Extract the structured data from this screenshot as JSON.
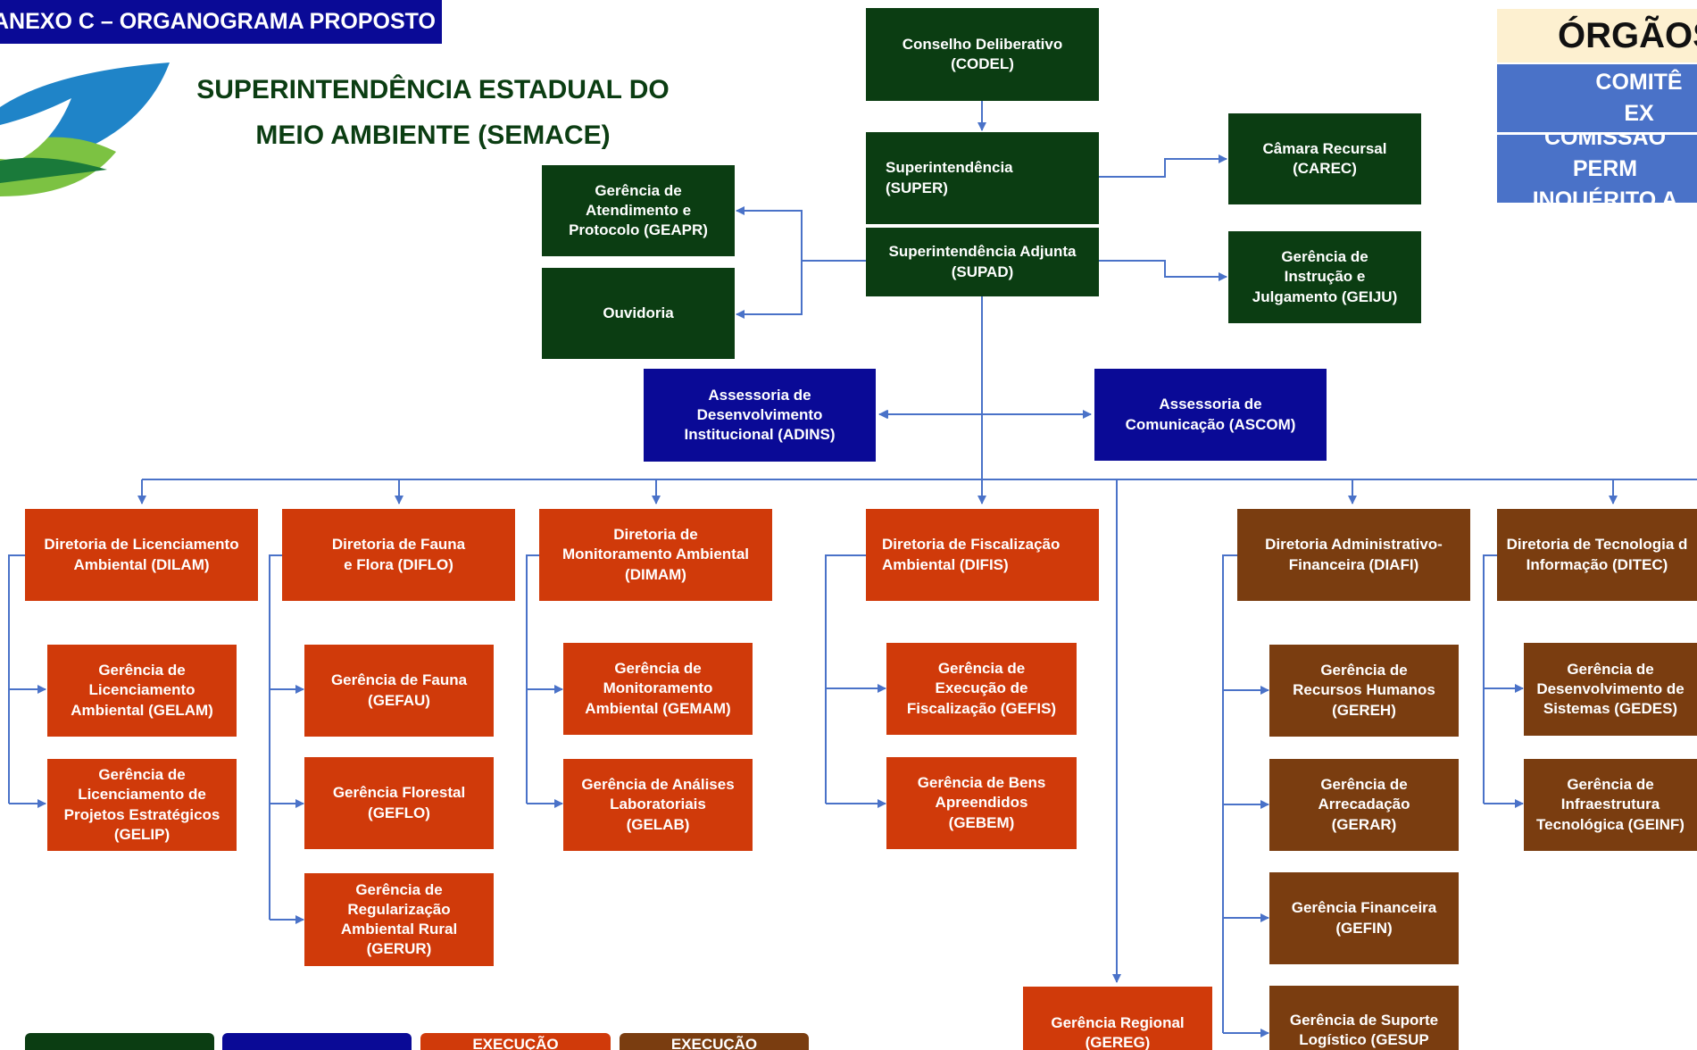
{
  "header": {
    "annex_title": "ANEXO C – ORGANOGRAMA PROPOSTO",
    "org_name": "SUPERINTENDÊNCIA ESTADUAL DO\nMEIO AMBIENTE (SEMACE)"
  },
  "colegiados": {
    "heading": "ÓRGÃOS",
    "rows": [
      "COMITÊ EX",
      "COMISSÃO PERM\nINQUÉRITO A"
    ]
  },
  "top": {
    "codel": "Conselho Deliberativo\n(CODEL)",
    "super": "Superintendência\n(SUPER)",
    "supad": "Superintendência Adjunta\n(SUPAD)",
    "carec": "Câmara Recursal\n(CAREC)",
    "geiju": "Gerência de\nInstrução e\nJulgamento (GEIJU)",
    "geapr": "Gerência de\nAtendimento e\nProtocolo (GEAPR)",
    "ouvidoria": "Ouvidoria",
    "adins": "Assessoria de\nDesenvolvimento\nInstitucional (ADINS)",
    "ascom": "Assessoria de\nComunicação (ASCOM)"
  },
  "directorates": {
    "dilam": "Diretoria de Licenciamento\nAmbiental (DILAM)",
    "diflo": "Diretoria de Fauna\ne Flora (DIFLO)",
    "dimam": "Diretoria de\nMonitoramento Ambiental\n(DIMAM)",
    "difis": "Diretoria de Fiscalização\nAmbiental (DIFIS)",
    "diafi": "Diretoria Administrativo-\nFinanceira (DIAFI)",
    "ditec": "Diretoria de Tecnologia d\nInformação (DITEC)"
  },
  "managements": {
    "gelam": "Gerência de\nLicenciamento\nAmbiental (GELAM)",
    "gelip": "Gerência de\nLicenciamento de\nProjetos Estratégicos\n(GELIP)",
    "gefau": "Gerência de Fauna\n(GEFAU)",
    "geflo": "Gerência Florestal\n(GEFLO)",
    "gerur": "Gerência de\nRegularização\nAmbiental Rural\n(GERUR)",
    "gemam": "Gerência de\nMonitoramento\nAmbiental (GEMAM)",
    "gelab": "Gerência de Análises\nLaboratoriais\n(GELAB)",
    "gefis": "Gerência de\nExecução de\nFiscalização (GEFIS)",
    "gebem": "Gerência de Bens\nApreendidos\n(GEBEM)",
    "gereg": "Gerência Regional\n(GEREG)",
    "gereh": "Gerência de\nRecursos Humanos\n(GEREH)",
    "gerar": "Gerência de\nArrecadação\n(GERAR)",
    "gefin": "Gerência Financeira\n(GEFIN)",
    "gesup": "Gerência de Suporte\nLogístico (GESUP",
    "gedes": "Gerência de\nDesenvolvimento de\nSistemas (GEDES)",
    "geinf": "Gerência de\nInfraestrutura\nTecnológica (GEINF)"
  },
  "legend": [
    "",
    "",
    "EXECUÇÃO",
    "EXECUÇÃO"
  ],
  "colors": {
    "deliberative_green": "#0b3d12",
    "advisory_blue": "#0a0a96",
    "execution_orange": "#d03a0a",
    "support_brown": "#7a3d10",
    "connector": "#4a72c8"
  }
}
